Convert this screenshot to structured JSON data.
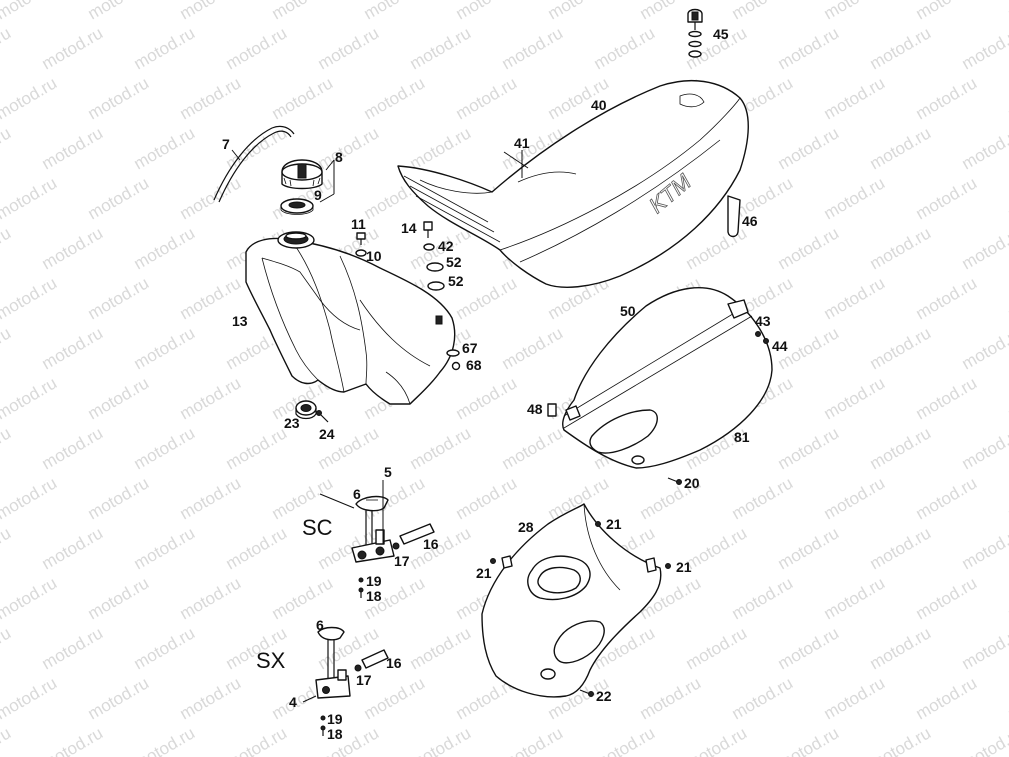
{
  "watermark": "motod.ru",
  "variant_labels": {
    "sc": "SC",
    "sx": "SX"
  },
  "callouts": {
    "n7": "7",
    "n8": "8",
    "n9": "9",
    "n11": "11",
    "n10": "10",
    "n14": "14",
    "n42": "42",
    "n52a": "52",
    "n52b": "52",
    "n13": "13",
    "n67": "67",
    "n68": "68",
    "n23": "23",
    "n24": "24",
    "n45": "45",
    "n40": "40",
    "n41": "41",
    "n46": "46",
    "n50": "50",
    "n43": "43",
    "n44": "44",
    "n48": "48",
    "n81": "81",
    "n20": "20",
    "n5": "5",
    "n6a": "6",
    "n16a": "16",
    "n17a": "17",
    "n19a": "19",
    "n18a": "18",
    "n28": "28",
    "n21a": "21",
    "n21b": "21",
    "n21c": "21",
    "n22": "22",
    "n6b": "6",
    "n16b": "16",
    "n17b": "17",
    "n4": "4",
    "n19b": "19",
    "n18b": "18"
  }
}
